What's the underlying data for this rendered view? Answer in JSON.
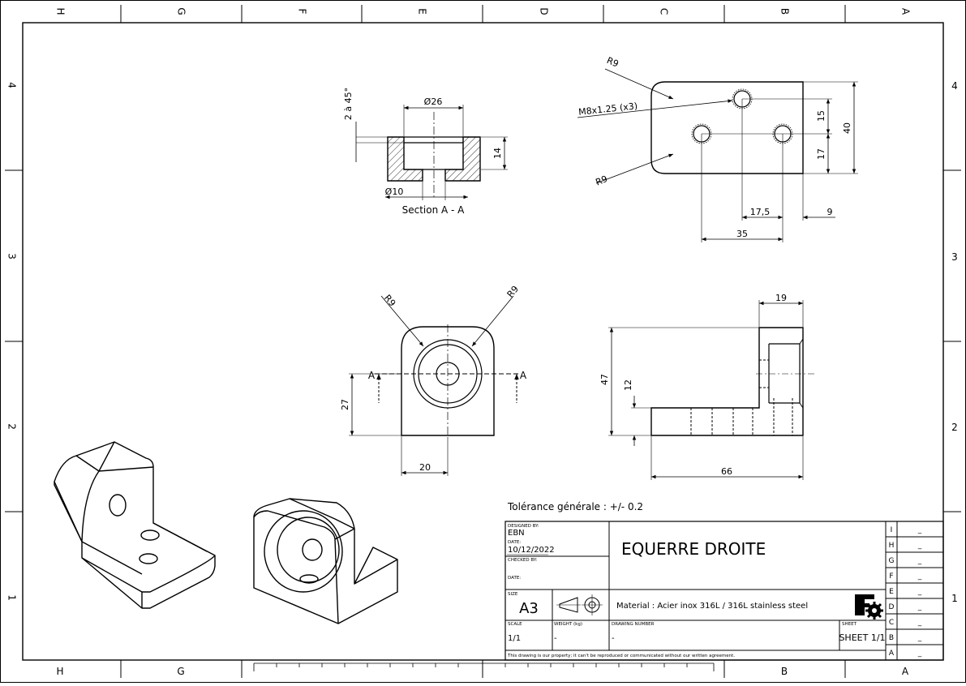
{
  "border": {
    "top_letters": [
      "H",
      "G",
      "F",
      "E",
      "D",
      "C",
      "B",
      "A"
    ],
    "bottom_letters": [
      "H",
      "G",
      "B",
      "A"
    ],
    "left_numbers": [
      "4",
      "3",
      "2",
      "1"
    ],
    "right_numbers": [
      "4",
      "3",
      "2",
      "1"
    ]
  },
  "section_view": {
    "chamfer": "2 à 45°",
    "diameter_top": "Ø26",
    "depth": "14",
    "diameter_bottom": "Ø10",
    "caption": "Section A - A"
  },
  "top_view": {
    "radius_top": "R9",
    "radius_bottom": "R9",
    "thread": "M8x1.25 (x3)",
    "dim_15": "15",
    "dim_17": "17",
    "dim_40": "40",
    "dim_17_5": "17,5",
    "dim_9": "9",
    "dim_35": "35"
  },
  "front_view": {
    "radius_left": "R9",
    "radius_right": "R9",
    "section_mark_left": "A",
    "section_mark_right": "A",
    "dim_27": "27",
    "dim_20": "20"
  },
  "side_view": {
    "dim_19": "19",
    "dim_47": "47",
    "dim_12": "12",
    "dim_66": "66"
  },
  "tolerance_note": "Tolérance générale : +/- 0.2",
  "title_block": {
    "designed_by_label": "DESIGNED BY:",
    "designed_by": "EBN",
    "date_label": "DATE:",
    "date": "10/12/2022",
    "checked_by_label": "CHECKED BY:",
    "checked_date_label": "DATE:",
    "size_label": "SIZE",
    "size": "A3",
    "title": "EQUERRE DROITE",
    "material": "Material : Acier inox 316L / 316L stainless steel",
    "scale_label": "SCALE",
    "scale": "1/1",
    "weight_label": "WEIGHT (kg)",
    "weight": "-",
    "drawing_number_label": "DRAWING NUMBER",
    "drawing_number": "-",
    "sheet_label": "SHEET",
    "sheet": "SHEET 1/1",
    "notice": "This drawing is our property; it can't be reproduced or communicated without our written agreement.",
    "revisions": [
      {
        "letter": "I",
        "value": "_"
      },
      {
        "letter": "H",
        "value": "_"
      },
      {
        "letter": "G",
        "value": "_"
      },
      {
        "letter": "F",
        "value": "_"
      },
      {
        "letter": "E",
        "value": "_"
      },
      {
        "letter": "D",
        "value": "_"
      },
      {
        "letter": "C",
        "value": "_"
      },
      {
        "letter": "B",
        "value": "_"
      },
      {
        "letter": "A",
        "value": "_"
      }
    ]
  }
}
